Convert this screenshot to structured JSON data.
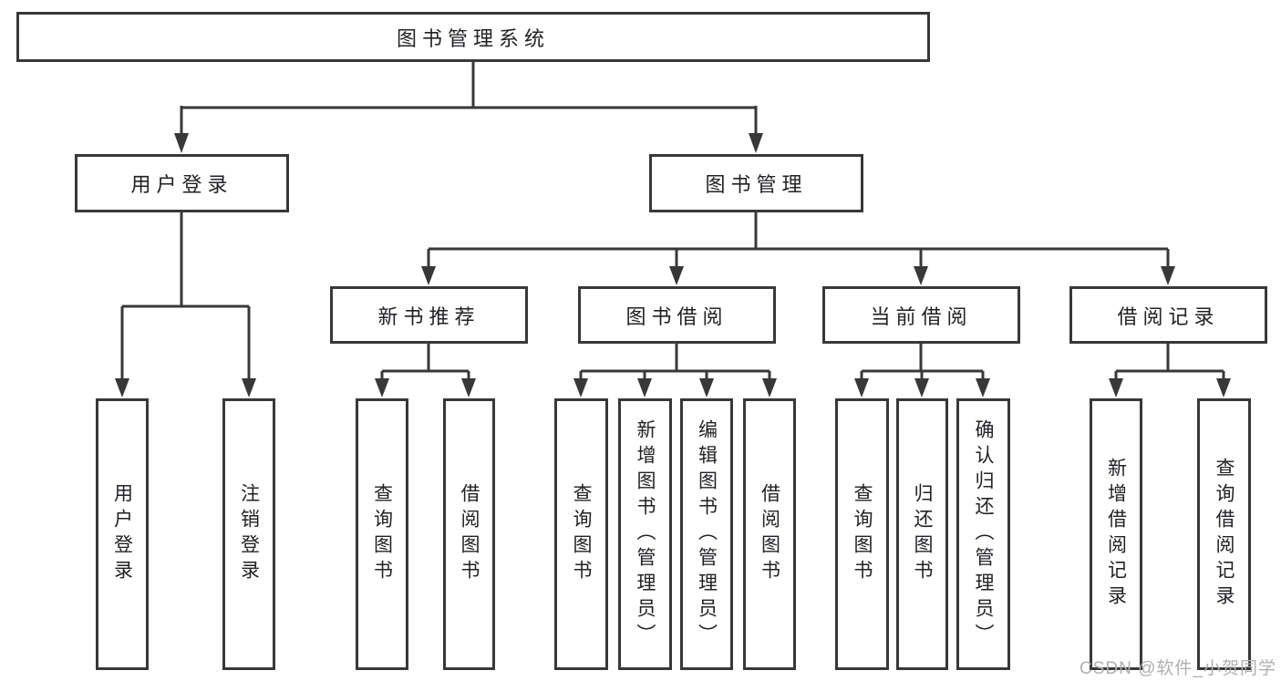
{
  "tree": {
    "root": {
      "label": "图书管理系统",
      "children": [
        {
          "label": "用户登录",
          "children": [
            {
              "label": "用户登录"
            },
            {
              "label": "注销登录"
            }
          ]
        },
        {
          "label": "图书管理",
          "children": [
            {
              "label": "新书推荐",
              "children": [
                {
                  "label": "查询图书"
                },
                {
                  "label": "借阅图书"
                }
              ]
            },
            {
              "label": "图书借阅",
              "children": [
                {
                  "label": "查询图书"
                },
                {
                  "label": "新增图书（管理员）"
                },
                {
                  "label": "编辑图书（管理员）"
                },
                {
                  "label": "借阅图书"
                }
              ]
            },
            {
              "label": "当前借阅",
              "children": [
                {
                  "label": "查询图书"
                },
                {
                  "label": "归还图书"
                },
                {
                  "label": "确认归还（管理员）"
                }
              ]
            },
            {
              "label": "借阅记录",
              "children": [
                {
                  "label": "新增借阅记录"
                },
                {
                  "label": "查询借阅记录"
                }
              ]
            }
          ]
        }
      ]
    }
  },
  "watermark": {
    "text": "CSDN @软件_小贺同学"
  },
  "colors": {
    "line": "#383838",
    "box_border": "#383838",
    "text": "#222226",
    "watermark": "#afafaf",
    "background": "#ffffff"
  }
}
